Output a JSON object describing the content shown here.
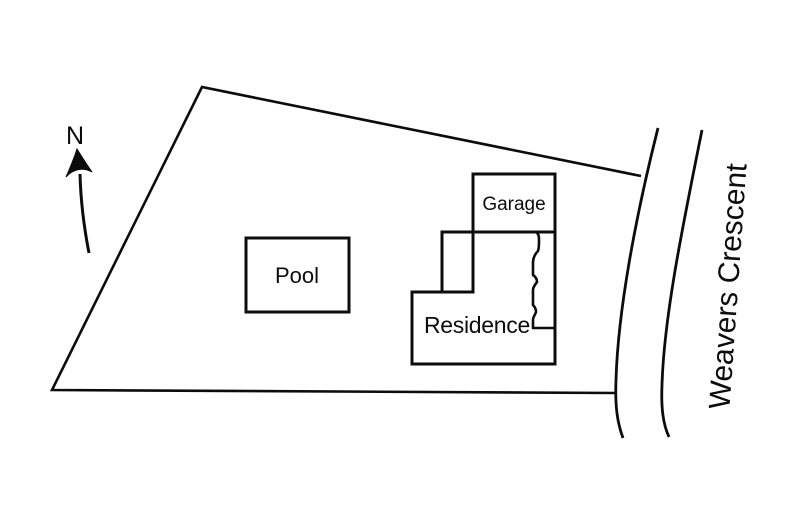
{
  "plan": {
    "north_label": "N",
    "street_label": "Weavers Crescent",
    "pool_label": "Pool",
    "garage_label": "Garage",
    "residence_label": "Residence",
    "colors": {
      "line": "#0c0c0c",
      "background": "#ffffff"
    }
  }
}
